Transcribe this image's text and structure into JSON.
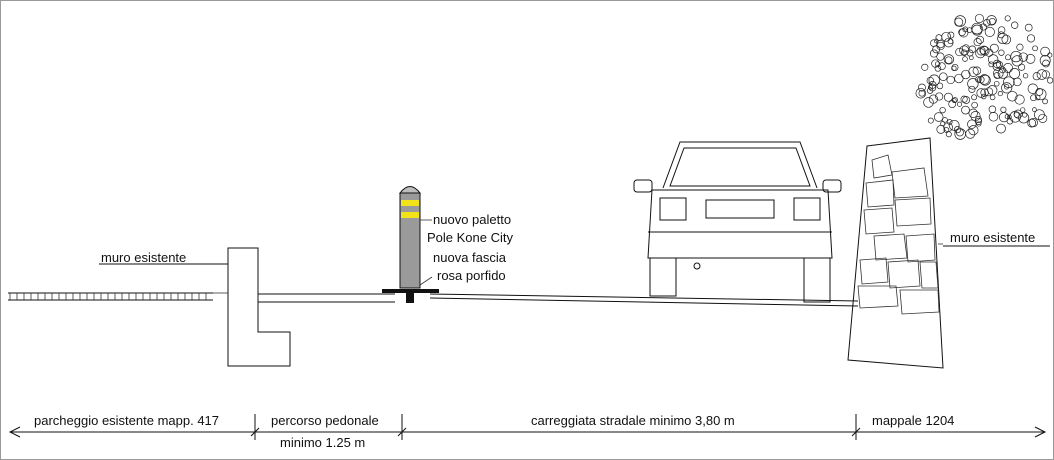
{
  "labels": {
    "wall_left": "muro esistente",
    "wall_right": "muro esistente",
    "bollard_line1": "nuovo paletto",
    "bollard_line2": "Pole Kone City",
    "band_line1": "nuova fascia",
    "band_line2": "rosa porfido"
  },
  "dimensions": {
    "parking": "parcheggio esistente mapp. 417",
    "walkway_line1": "percorso pedonale",
    "walkway_line2": "minimo 1.25 m",
    "roadway": "carreggiata stradale minimo 3,80 m",
    "parcel": "mappale 1204"
  },
  "colors": {
    "ink": "#111111",
    "bollard_band": "#f2e21a",
    "bollard_body": "#9a9a9a"
  }
}
